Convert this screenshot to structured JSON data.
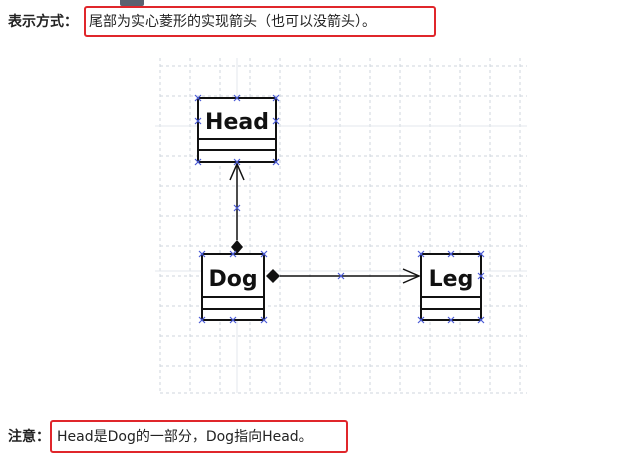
{
  "intro": {
    "label": "表示方式：",
    "text": "尾部为实心菱形的实现箭头（也可以没箭头）。"
  },
  "note": {
    "label": "注意：",
    "text": "Head是Dog的一部分，Dog指向Head。"
  },
  "diagram": {
    "classes": {
      "head": "Head",
      "dog": "Dog",
      "leg": "Leg"
    },
    "relations": [
      {
        "from": "Dog",
        "to": "Head",
        "type": "composition"
      },
      {
        "from": "Dog",
        "to": "Leg",
        "type": "composition"
      }
    ]
  },
  "colors": {
    "highlight": "#e0262b",
    "handle": "#4a5bd6",
    "grid": "#cfd6de"
  }
}
